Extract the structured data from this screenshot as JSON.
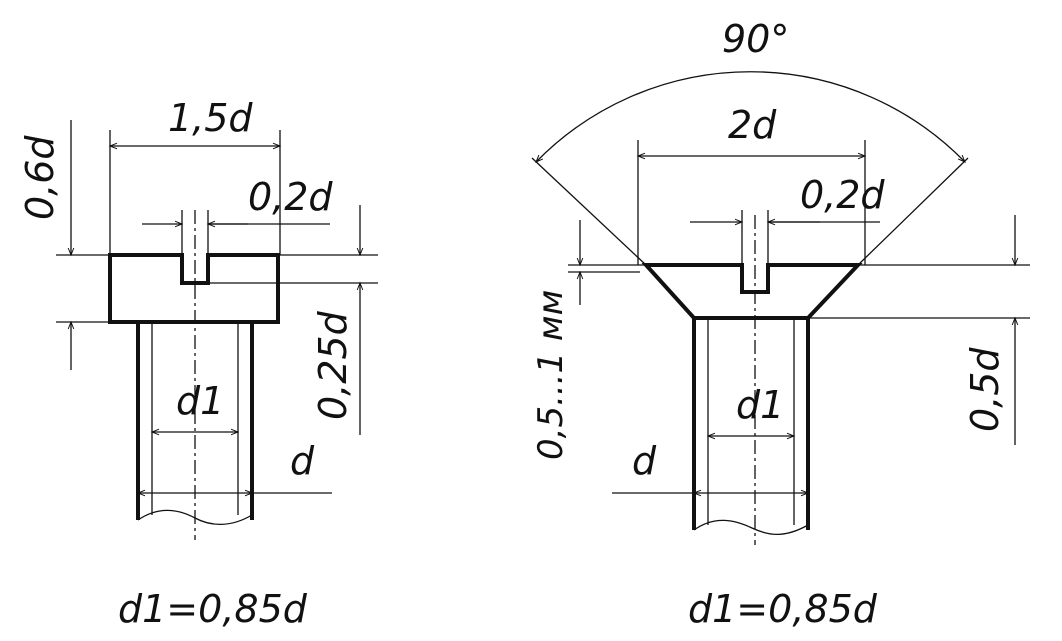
{
  "left_screw": {
    "head_width_label": "1,5d",
    "head_height_label": "0,6d",
    "slot_width_label": "0,2d",
    "slot_depth_label": "0,25d",
    "inner_diameter_label": "d1",
    "outer_diameter_label": "d",
    "formula": "d1=0,85d"
  },
  "right_screw": {
    "angle_label": "90°",
    "head_width_label": "2d",
    "slot_width_label": "0,2d",
    "edge_height_label": "0,5...1 мм",
    "head_height_label": "0,5d",
    "inner_diameter_label": "d1",
    "outer_diameter_label": "d",
    "formula": "d1=0,85d"
  },
  "colors": {
    "line": "#111111",
    "background": "#ffffff"
  }
}
